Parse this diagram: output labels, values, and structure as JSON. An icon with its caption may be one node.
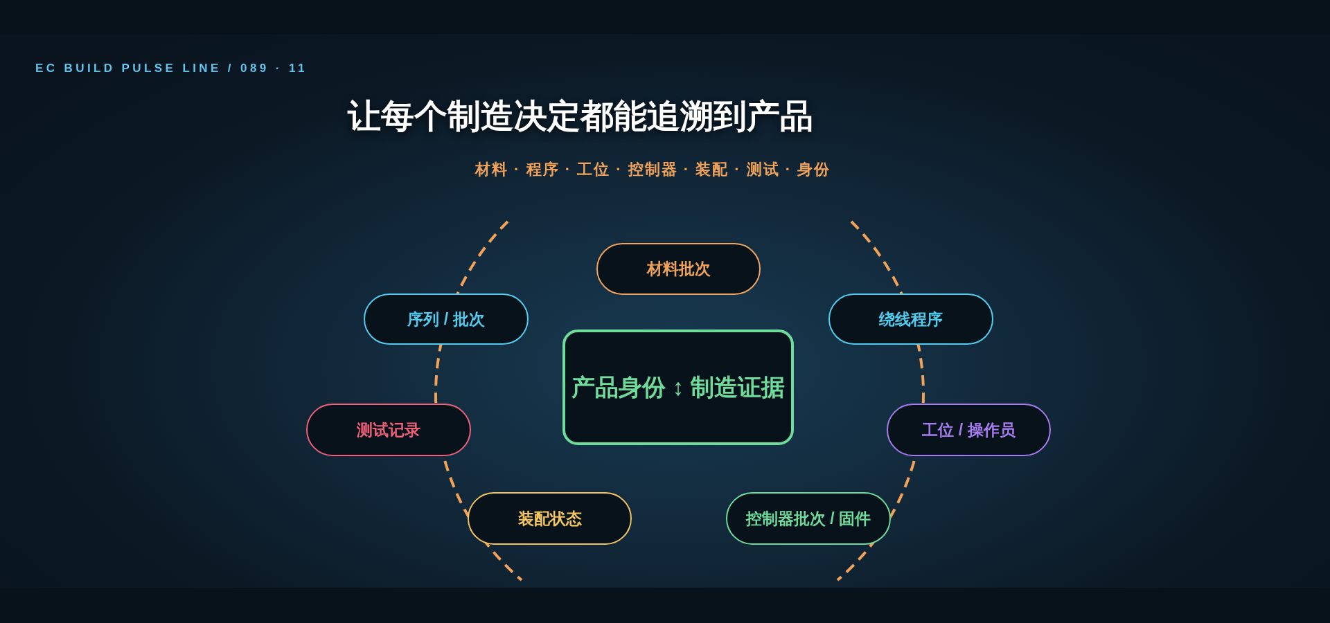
{
  "diagram": {
    "title": "让每个制造决定都能追溯到产品",
    "nodes": [
      {
        "text": [
          "材料批次"
        ]
      },
      {
        "text": [
          "序列 / 批次"
        ]
      },
      {
        "text": [
          "绕线程序"
        ]
      },
      {
        "text": [
          "产品身份 ↕ 制造证据"
        ]
      },
      {
        "text": [
          "测试记录"
        ]
      },
      {
        "text": [
          "工位 / 操作员"
        ]
      },
      {
        "text": [
          "装配状态"
        ]
      },
      {
        "text": [
          "控制器批次 / 固件"
        ]
      }
    ],
    "labels": [
      "EC BUILD PULSE LINE / 089 · 11",
      "材料 · 程序 · 工位 · 控制器 · 装配 · 测试 · 身份"
    ]
  }
}
